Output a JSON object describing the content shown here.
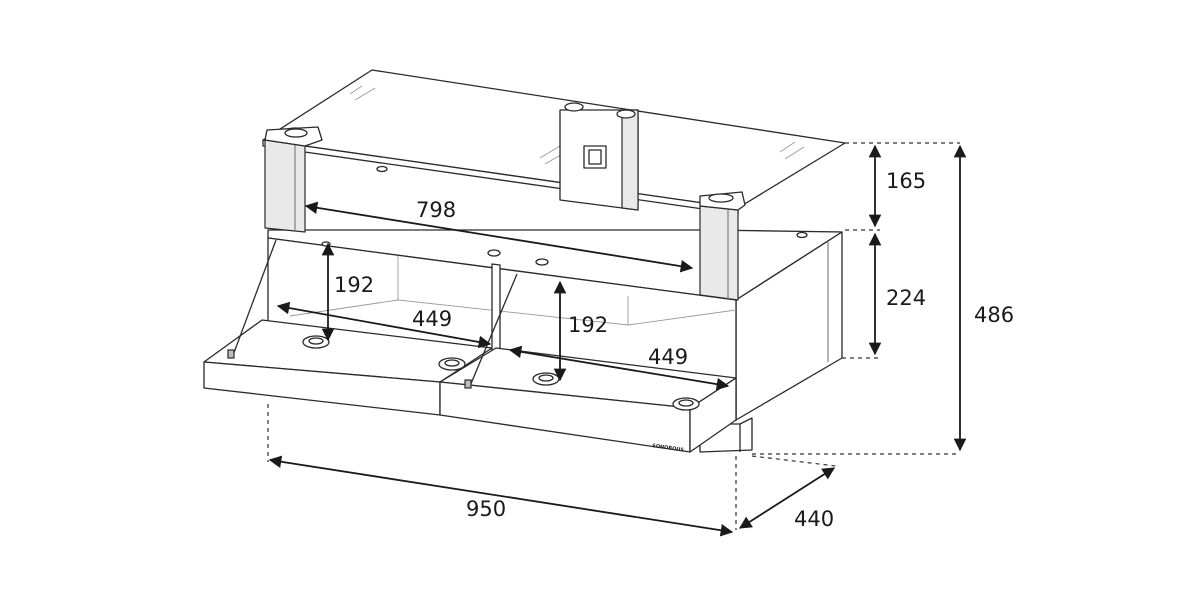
{
  "dimensions": {
    "top_shelf_width": "798",
    "left_height": "192",
    "left_width": "449",
    "right_height": "192",
    "right_width": "449",
    "top_height": "165",
    "lower_height": "224",
    "total_height": "486",
    "total_width": "950",
    "depth": "440"
  },
  "brand_mark": "SONOROUS"
}
